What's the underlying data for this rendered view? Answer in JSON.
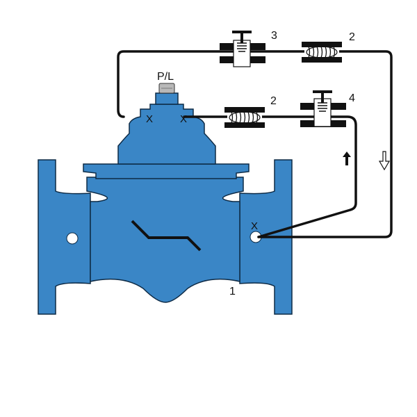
{
  "colors": {
    "valve_body": "#3a86c6",
    "outline": "#0d2a45",
    "pipe": "#111111",
    "background": "#ffffff"
  },
  "labels": {
    "pilot_port": "P/L",
    "main_valve_number": "1",
    "needle_valve_upper_number": "3",
    "needle_valve_lower_number": "4",
    "strainer_upper_number": "2",
    "strainer_lower_number": "2",
    "port_marks": [
      "X",
      "X",
      "X"
    ]
  },
  "icons": {
    "flow_arrow_up": "solid-up-arrow-icon",
    "flow_arrow_down": "outline-down-arrow-icon",
    "needle_valve": "needle-valve-icon",
    "strainer": "strainer-coil-icon"
  }
}
